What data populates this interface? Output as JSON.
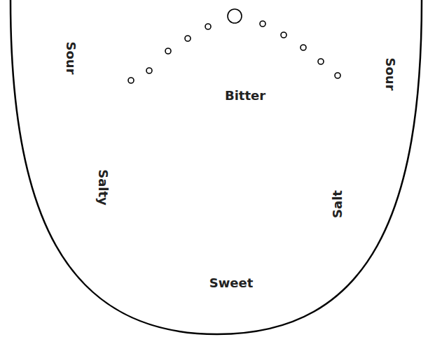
{
  "diagram": {
    "labels": [
      "Sour",
      "Bitter",
      "Sour",
      "Salty",
      "Salt",
      "Sweet"
    ]
  }
}
